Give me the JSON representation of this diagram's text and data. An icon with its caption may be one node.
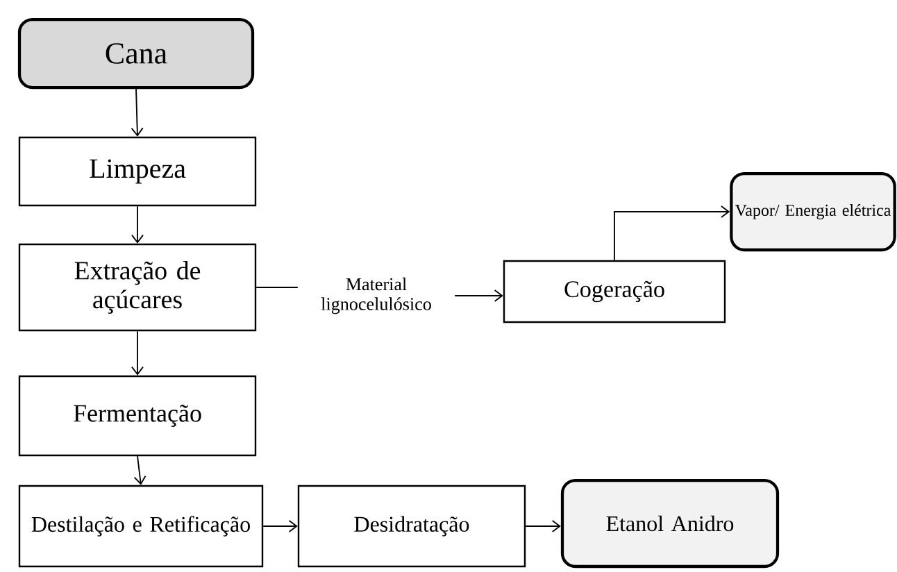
{
  "diagram": {
    "nodes": [
      {
        "text": [
          "Cana"
        ]
      },
      {
        "text": [
          "Limpeza"
        ]
      },
      {
        "text": [
          "Extração de açúcares"
        ]
      },
      {
        "text": [
          "Material lignocelulósico"
        ]
      },
      {
        "text": [
          "Cogeração"
        ]
      },
      {
        "text": [
          "Vapor/ Energia elétrica"
        ]
      },
      {
        "text": [
          "Fermentação"
        ]
      },
      {
        "text": [
          "Destilação e Retificação"
        ]
      },
      {
        "text": [
          "Desidratação"
        ]
      },
      {
        "text": [
          "Etanol Anidro"
        ]
      }
    ],
    "edges": [
      {
        "from": 0,
        "to": 1,
        "arrow": "to"
      },
      {
        "from": 1,
        "to": 2,
        "arrow": "to"
      },
      {
        "from": 2,
        "to": 3,
        "arrow": "none"
      },
      {
        "from": 3,
        "to": 4,
        "arrow": "to"
      },
      {
        "from": 4,
        "to": 5,
        "arrow": "to"
      },
      {
        "from": 2,
        "to": 6,
        "arrow": "to"
      },
      {
        "from": 6,
        "to": 7,
        "arrow": "to"
      },
      {
        "from": 7,
        "to": 8,
        "arrow": "to"
      },
      {
        "from": 8,
        "to": 9,
        "arrow": "to"
      }
    ]
  }
}
